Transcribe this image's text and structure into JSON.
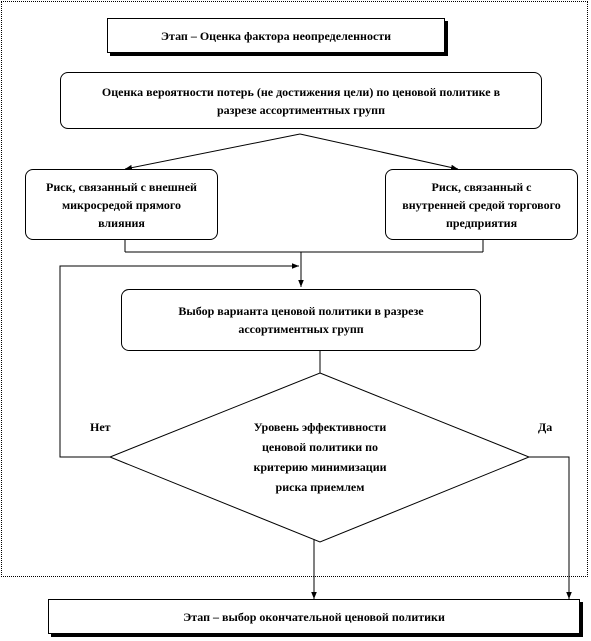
{
  "stage_title": "Этап – Оценка фактора неопределенности",
  "loss_assessment": "Оценка вероятности потерь (не достижения цели) по ценовой политике в разрезе ассортиментных групп",
  "risk_external": "Риск, связанный с внешней микросредой прямого влияния",
  "risk_internal": "Риск, связанный с внутренней средой торгового предприятия",
  "choose_variant": "Выбор варианта ценовой политики в разрезе ассортиментных групп",
  "decision_line1": "Уровень эффективности",
  "decision_line2": "ценовой политики по",
  "decision_line3": "критерию минимизации",
  "decision_line4": "риска приемлем",
  "no_label": "Нет",
  "yes_label": "Да",
  "final_stage": "Этап – выбор окончательной ценовой политики"
}
